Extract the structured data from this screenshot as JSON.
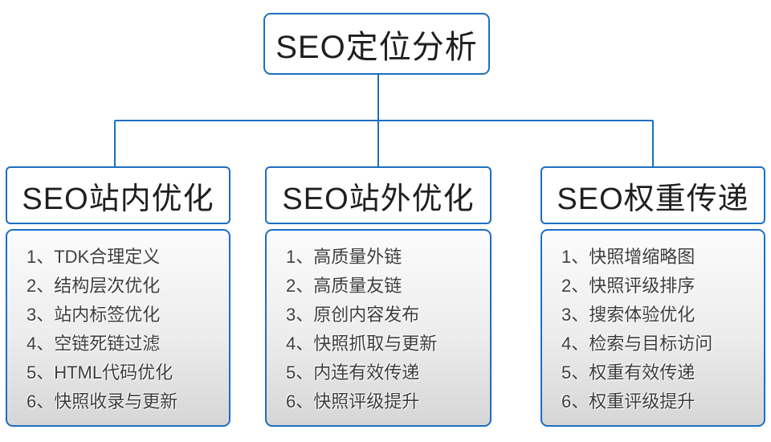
{
  "colors": {
    "connector_blue": "#1b6fc1",
    "box_border_blue": "#1b6fc1",
    "list_gradient_top": "#fcfcfc",
    "list_gradient_bottom": "#d6d6d6"
  },
  "root": {
    "title": "SEO定位分析"
  },
  "branches": [
    {
      "title": "SEO站内优化",
      "items": [
        "1、TDK合理定义",
        "2、结构层次优化",
        "3、站内标签优化",
        "4、空链死链过滤",
        "5、HTML代码优化",
        "6、快照收录与更新"
      ]
    },
    {
      "title": "SEO站外优化",
      "items": [
        "1、高质量外链",
        "2、高质量友链",
        "3、原创内容发布",
        "4、快照抓取与更新",
        "5、内连有效传递",
        "6、快照评级提升"
      ]
    },
    {
      "title": "SEO权重传递",
      "items": [
        "1、快照增缩略图",
        "2、快照评级排序",
        "3、搜索体验优化",
        "4、检索与目标访问",
        "5、权重有效传递",
        "6、权重评级提升"
      ]
    }
  ]
}
